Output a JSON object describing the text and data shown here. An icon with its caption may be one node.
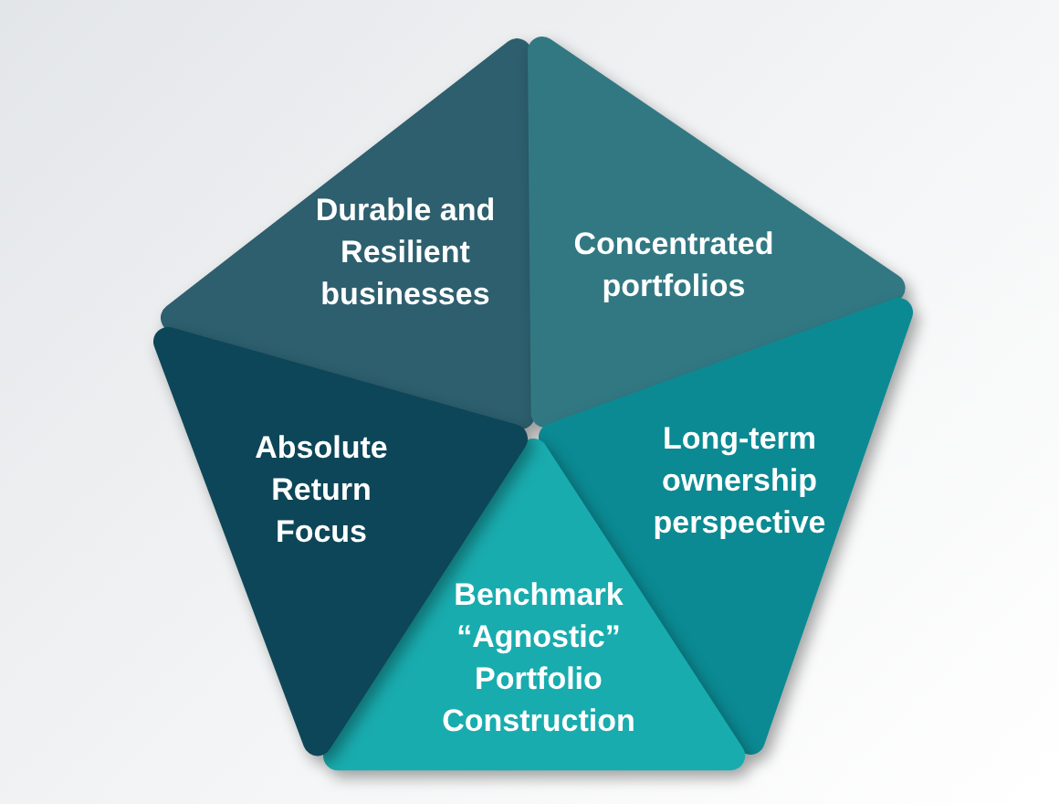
{
  "diagram": {
    "nodes": [
      {
        "text": [
          "Durable and Resilient businesses"
        ]
      },
      {
        "text": [
          "Concentrated portfolios"
        ]
      },
      {
        "text": [
          "Long-term ownership perspective"
        ]
      },
      {
        "text": [
          "Benchmark “Agnostic” Portfolio Construction"
        ]
      },
      {
        "text": [
          "Absolute Return Focus"
        ]
      }
    ]
  }
}
